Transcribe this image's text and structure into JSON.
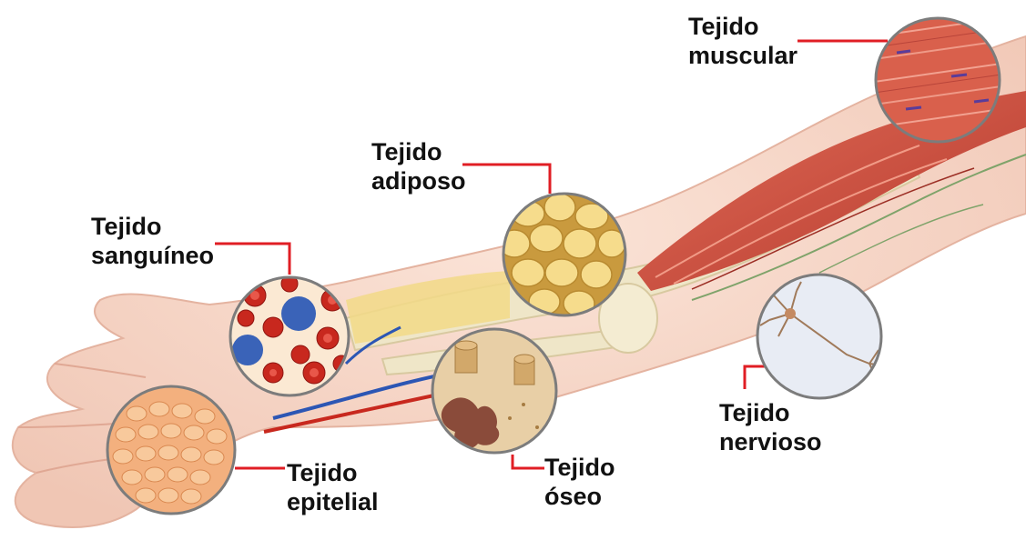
{
  "colors": {
    "leader_line": "#e01e24",
    "skin": "#f6d6c6",
    "muscle": "#c94a3c",
    "bone": "#efe6c8",
    "fat": "#f2d987",
    "blood_red": "#c8281e",
    "blood_blue": "#3a63b8",
    "vein_blue": "#2c56b4"
  },
  "labels": {
    "muscular": {
      "line1": "Tejido",
      "line2": "muscular",
      "icon": "muscle-fibers-icon"
    },
    "adiposo": {
      "line1": "Tejido",
      "line2": "adiposo",
      "icon": "fat-cells-icon"
    },
    "sanguineo": {
      "line1": "Tejido",
      "line2": "sanguíneo",
      "icon": "blood-cells-icon"
    },
    "nervioso": {
      "line1": "Tejido",
      "line2": "nervioso",
      "icon": "neuron-icon"
    },
    "epitelial": {
      "line1": "Tejido",
      "line2": "epitelial",
      "icon": "skin-cells-icon"
    },
    "oseo": {
      "line1": "Tejido",
      "line2": "óseo",
      "icon": "bone-tissue-icon"
    }
  }
}
